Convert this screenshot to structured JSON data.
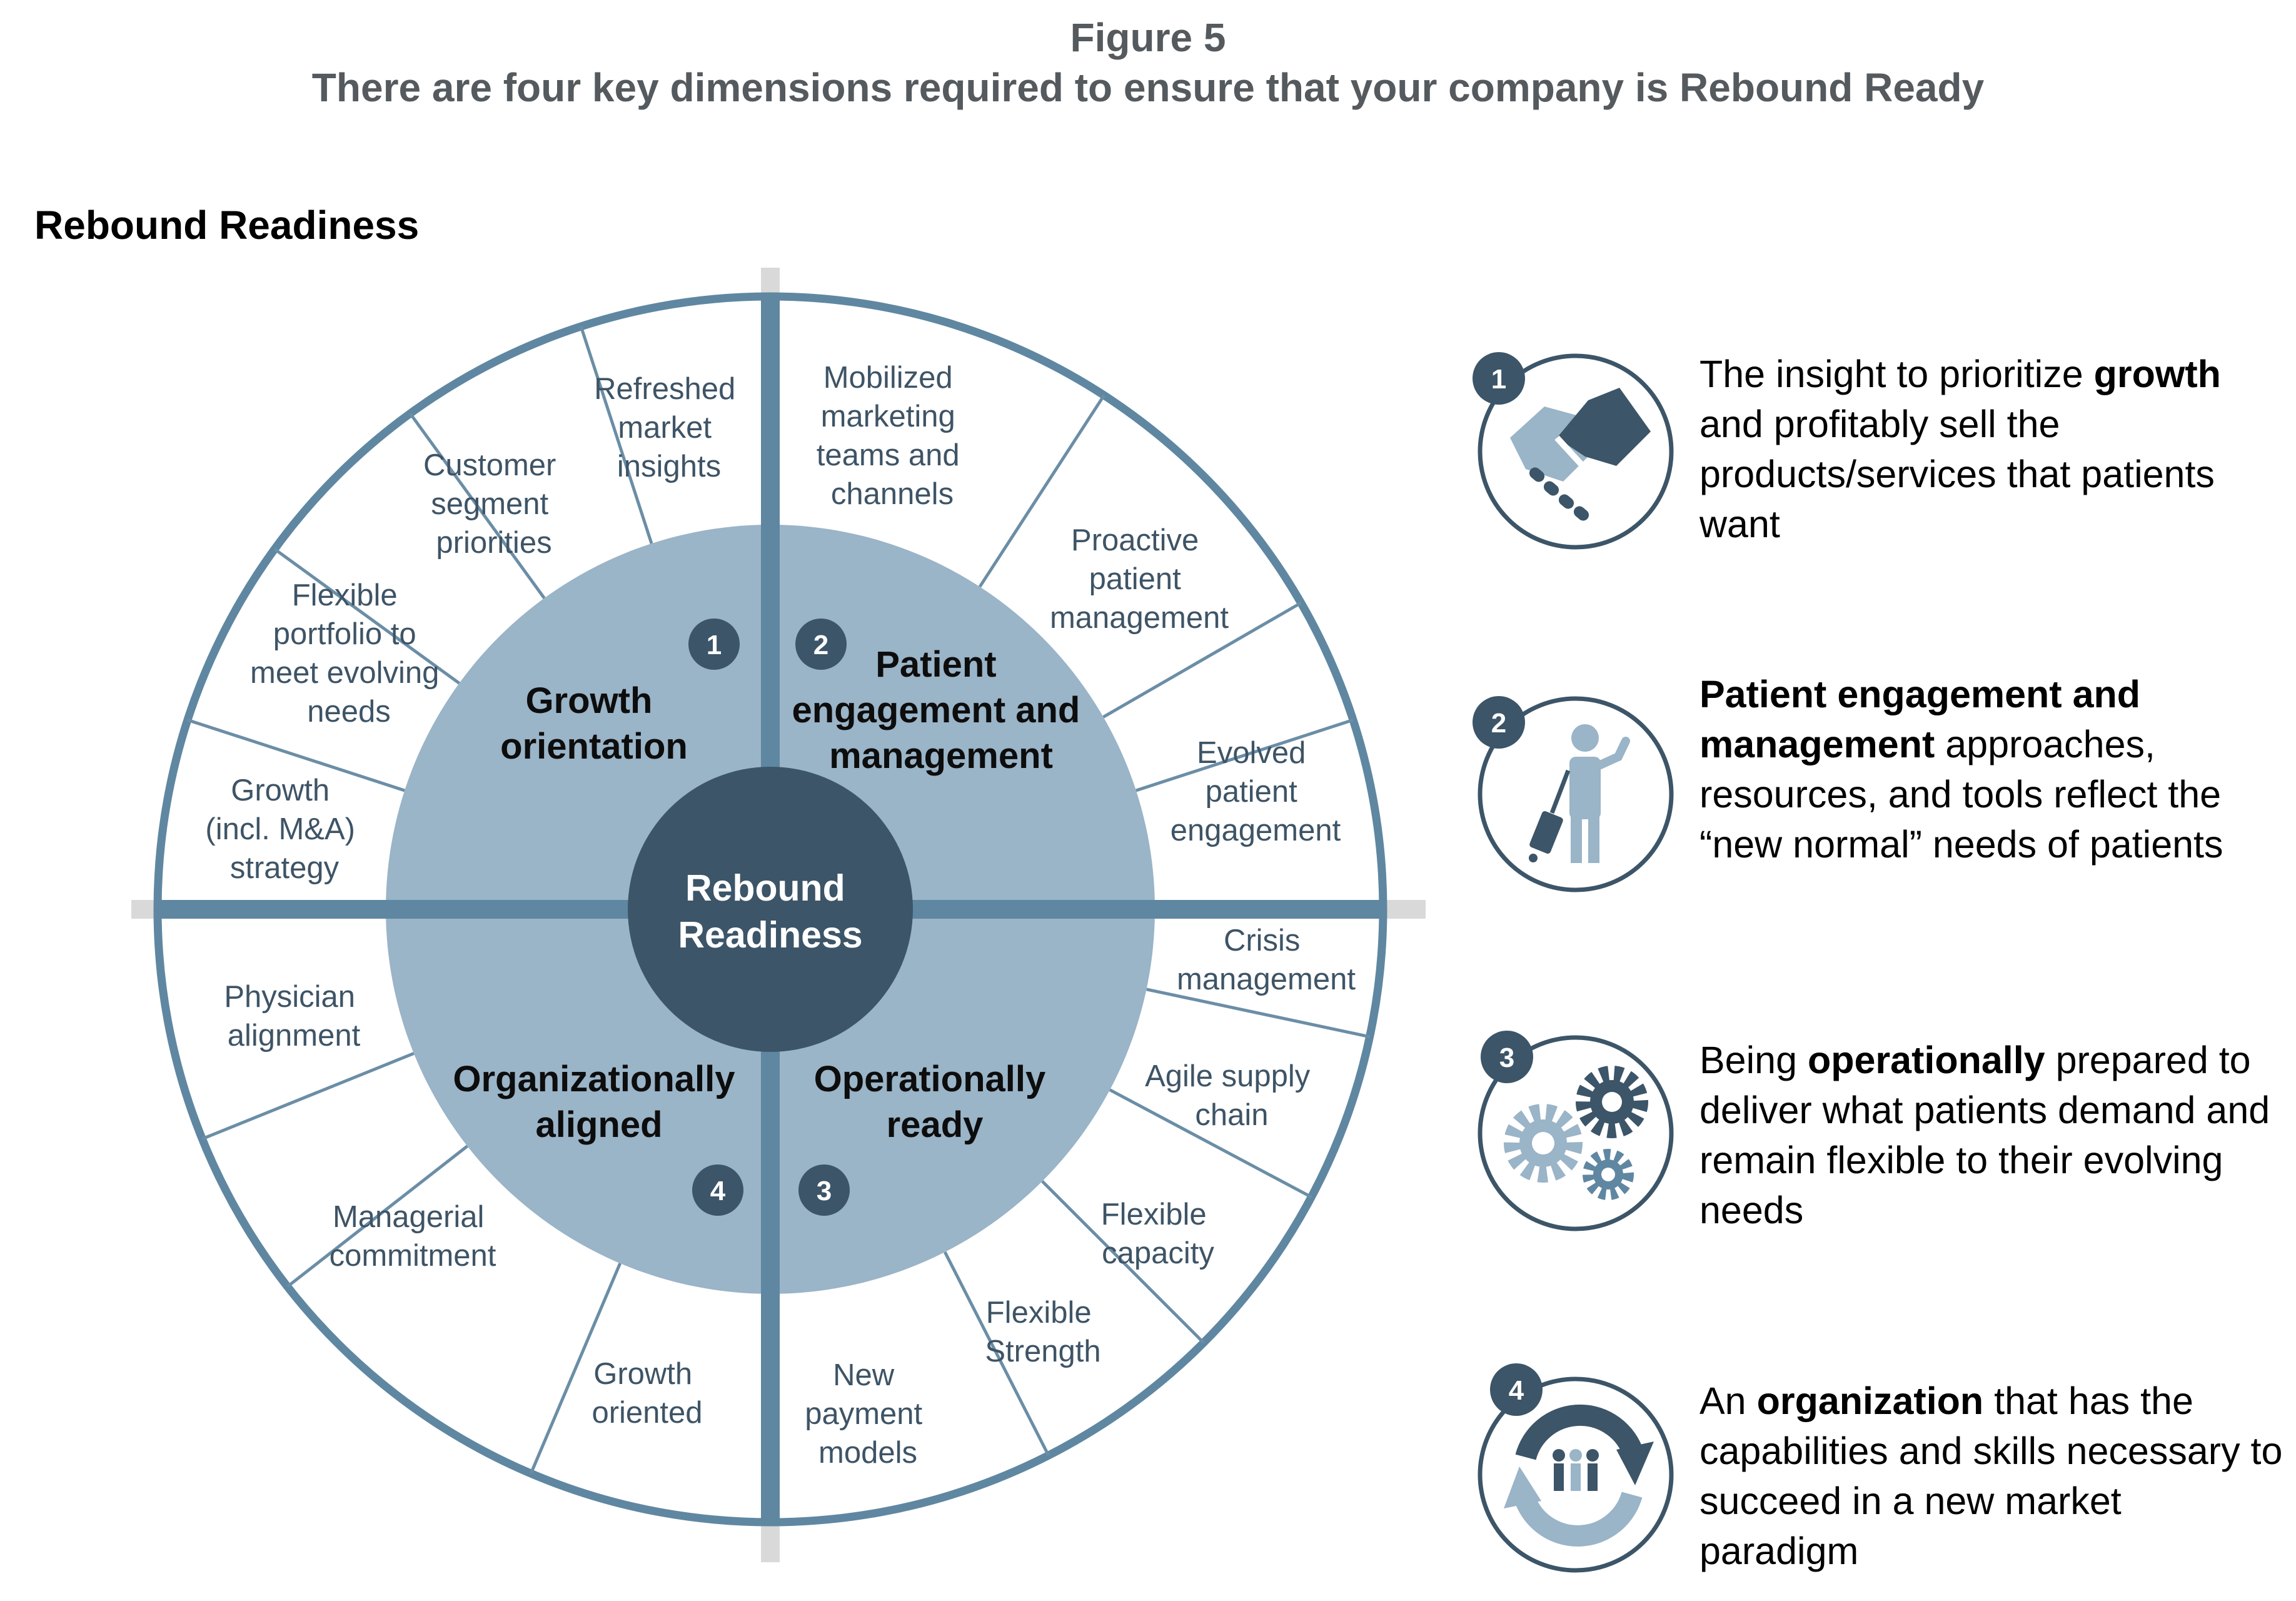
{
  "header": {
    "figure_label": "Figure 5",
    "subtitle": "There are four key dimensions required to ensure that your company is Rebound Ready"
  },
  "section_title": "Rebound Readiness",
  "center": {
    "lines": [
      "Rebound",
      "Readiness"
    ]
  },
  "quadrants": [
    {
      "number": "1",
      "lines": [
        "Growth",
        "orientation"
      ]
    },
    {
      "number": "2",
      "lines": [
        "Patient",
        "engagement and",
        "management"
      ]
    },
    {
      "number": "3",
      "lines": [
        "Operationally",
        "ready"
      ]
    },
    {
      "number": "4",
      "lines": [
        "Organizationally",
        "aligned"
      ]
    }
  ],
  "wedges": [
    {
      "lines": [
        "Refreshed",
        "market",
        "insights"
      ]
    },
    {
      "lines": [
        "Customer",
        "segment",
        "priorities"
      ]
    },
    {
      "lines": [
        "Flexible",
        "portfolio to",
        "meet evolving",
        "needs"
      ]
    },
    {
      "lines": [
        "Growth",
        "(incl. M&A)",
        "strategy"
      ]
    },
    {
      "lines": [
        "Mobilized",
        "marketing",
        "teams and",
        "channels"
      ]
    },
    {
      "lines": [
        "Proactive",
        "patient",
        "management"
      ]
    },
    {
      "lines": [
        "Evolved",
        "patient",
        "engagement"
      ]
    },
    {
      "lines": [
        "Crisis",
        "management"
      ]
    },
    {
      "lines": [
        "Agile supply",
        "chain"
      ]
    },
    {
      "lines": [
        "Flexible",
        "capacity"
      ]
    },
    {
      "lines": [
        "Flexible",
        "Strength"
      ]
    },
    {
      "lines": [
        "New",
        "payment",
        "models"
      ]
    },
    {
      "lines": [
        "Physician",
        "alignment"
      ]
    },
    {
      "lines": [
        "Managerial",
        "commitment"
      ]
    },
    {
      "lines": [
        "Growth",
        "oriented"
      ]
    }
  ],
  "descriptions": [
    {
      "number": "1",
      "icon": "handshake-icon",
      "parts": [
        {
          "t": "The insight to prioritize ",
          "b": false
        },
        {
          "t": "growth",
          "b": true
        },
        {
          "t": " and profitably sell the products/services that patients want",
          "b": false
        }
      ]
    },
    {
      "number": "2",
      "icon": "traveler-icon",
      "parts": [
        {
          "t": "Patient engagement and management",
          "b": true
        },
        {
          "t": " approaches, resources, and tools reflect the “new normal” needs of patients",
          "b": false
        }
      ]
    },
    {
      "number": "3",
      "icon": "gears-icon",
      "parts": [
        {
          "t": "Being ",
          "b": false
        },
        {
          "t": "operationally",
          "b": true
        },
        {
          "t": " prepared to deliver what patients demand and remain flexible to their evolving needs",
          "b": false
        }
      ]
    },
    {
      "number": "4",
      "icon": "team-cycle-icon",
      "parts": [
        {
          "t": "An ",
          "b": false
        },
        {
          "t": "organization",
          "b": true
        },
        {
          "t": " that has the capabilities and skills necessary to succeed in a new market paradigm",
          "b": false
        }
      ]
    }
  ],
  "colors": {
    "dark_navy": "#3c5568",
    "steel_blue": "#5f87a1",
    "light_blue": "#9ab4c8",
    "label_text": "#3e5466",
    "gray_bar": "#d9d9d9"
  }
}
